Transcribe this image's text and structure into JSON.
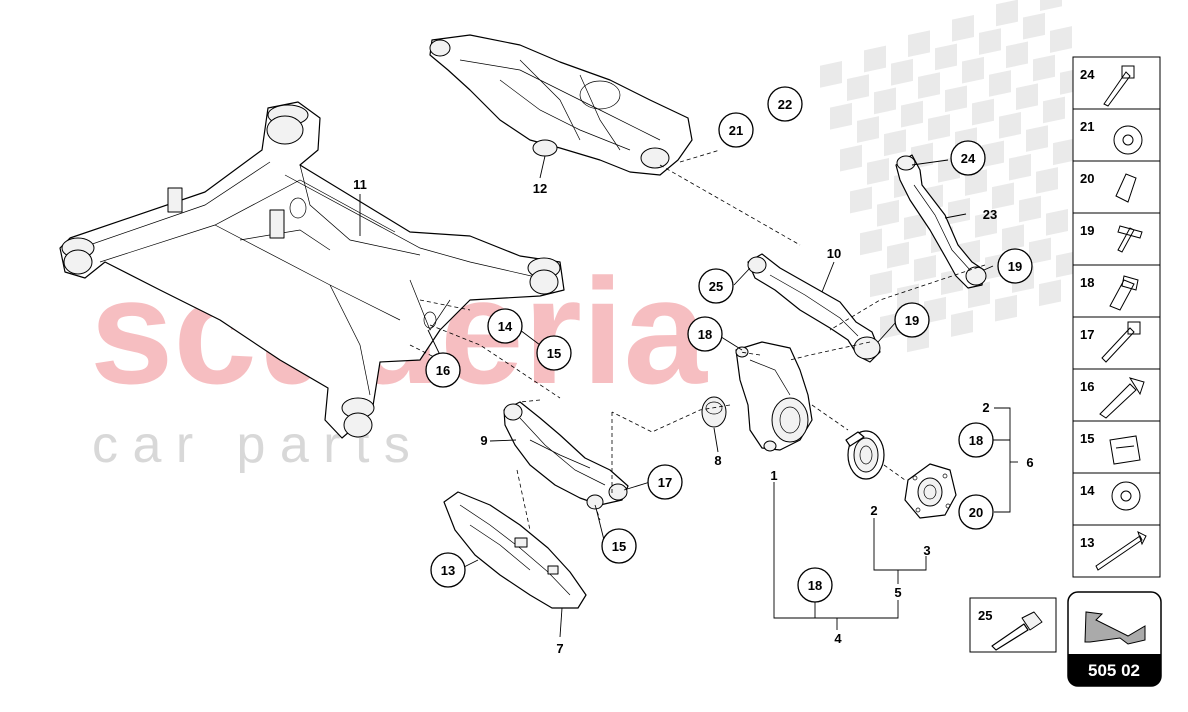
{
  "watermark": {
    "brand": "scuderia",
    "tagline": "c a r   p a r t s",
    "color": "#f4a9ad"
  },
  "page_code": "505 02",
  "callouts": [
    "22",
    "21",
    "12",
    "11",
    "24",
    "23",
    "10",
    "25",
    "19",
    "19",
    "18",
    "14",
    "15",
    "16",
    "9",
    "8",
    "17",
    "15",
    "13",
    "7",
    "1",
    "2",
    "18",
    "20",
    "2",
    "3",
    "5",
    "18",
    "4",
    "6"
  ],
  "legend_items": [
    "24",
    "21",
    "20",
    "19",
    "18",
    "17",
    "16",
    "15",
    "14",
    "13"
  ],
  "extra_item": "25",
  "colors": {
    "line": "#000000",
    "badge_bg": "#000000",
    "badge_text": "#ffffff",
    "checker": "#d9d9d9"
  }
}
